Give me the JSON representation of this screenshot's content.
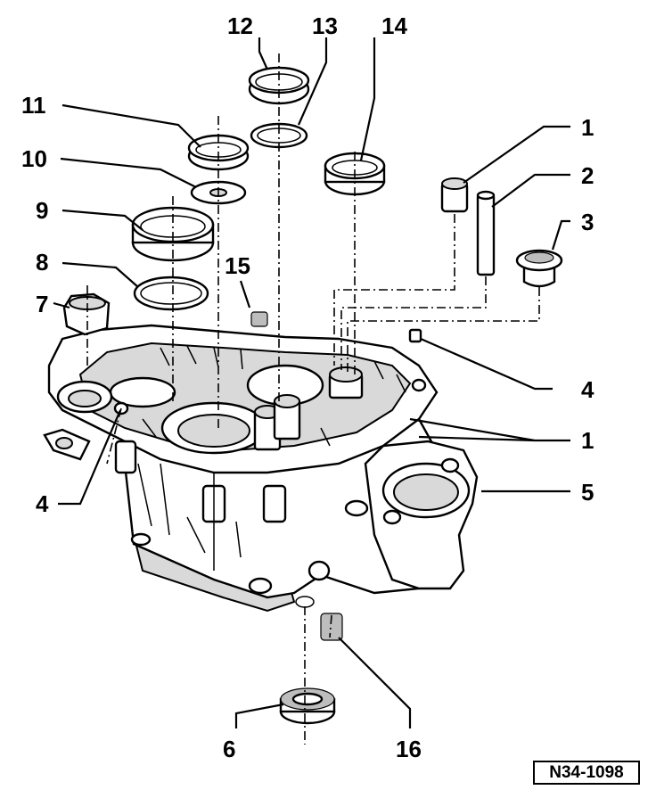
{
  "figure_ref": "N34-1098",
  "callouts": [
    "1",
    "2",
    "3",
    "4",
    "5",
    "6",
    "7",
    "8",
    "9",
    "10",
    "11",
    "12",
    "13",
    "14",
    "15",
    "16"
  ],
  "callout_1b": "1",
  "callout_4b": "4"
}
